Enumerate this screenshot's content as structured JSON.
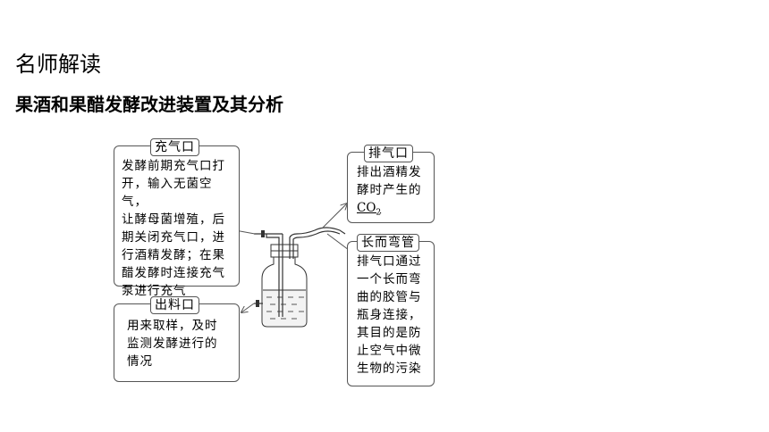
{
  "heading": "名师解读",
  "subheading": "果酒和果醋发酵改进装置及其分析",
  "diagram": {
    "fill_port": {
      "tag": "充气口",
      "text": "发酵前期充气口打\n开，输入无菌空气，\n让酵母菌增殖，后\n期关闭充气口，进\n行酒精发酵；在果\n醋发酵时连接充气\n泵进行充气"
    },
    "sample_port": {
      "tag": "出料口",
      "text": "用来取样，及时\n监测发酵进行的\n情况"
    },
    "exhaust_port": {
      "tag": "排气口",
      "text": "排出酒精发\n酵时产生的",
      "gas_main": "CO",
      "gas_sub": "2"
    },
    "long_tube": {
      "tag": "长而弯管",
      "text": "排气口通过\n一个长而弯\n曲的胶管与\n瓶身连接，\n其目的是防\n止空气中微\n生物的污染"
    }
  }
}
